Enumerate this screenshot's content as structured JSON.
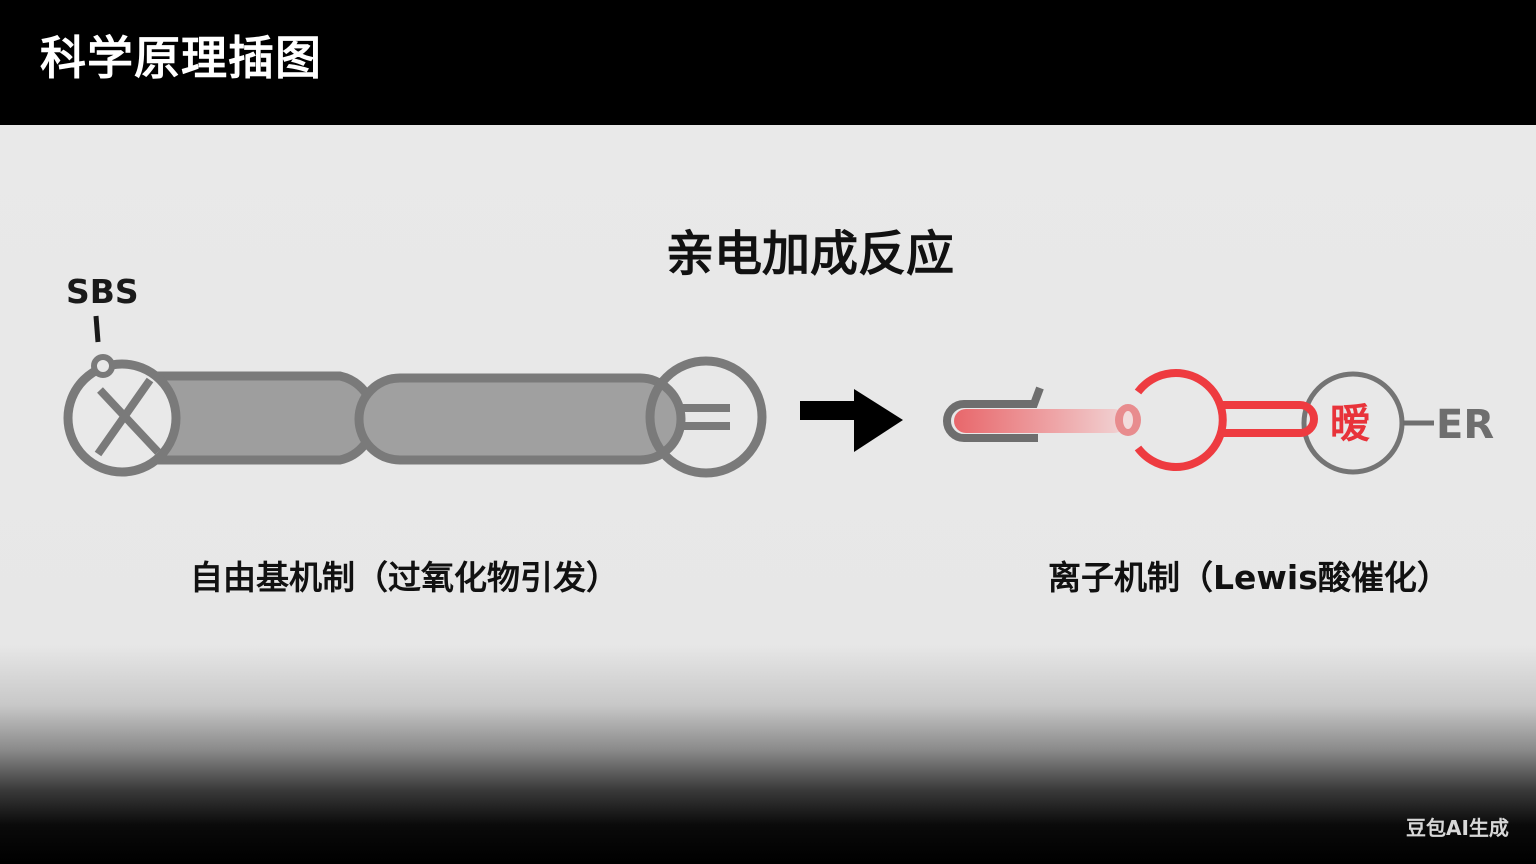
{
  "header": {
    "title": "科学原理插图"
  },
  "diagram": {
    "title": "亲电加成反应",
    "left_molecule": {
      "label": "SBS",
      "caption": "自由基机制（过氧化物引发）",
      "colors": {
        "stroke": "#7a7a7a",
        "fill": "#9c9c9c"
      }
    },
    "arrow": {
      "direction": "right",
      "color": "#000000"
    },
    "right_molecule": {
      "center_char": "暧",
      "end_label": "ER",
      "caption": "离子机制（Lewis酸催化）",
      "colors": {
        "accent": "#ee3b40",
        "gradient_start": "#e86f72",
        "neutral": "#777777"
      }
    }
  },
  "watermark": {
    "text": "豆包AI生成"
  }
}
